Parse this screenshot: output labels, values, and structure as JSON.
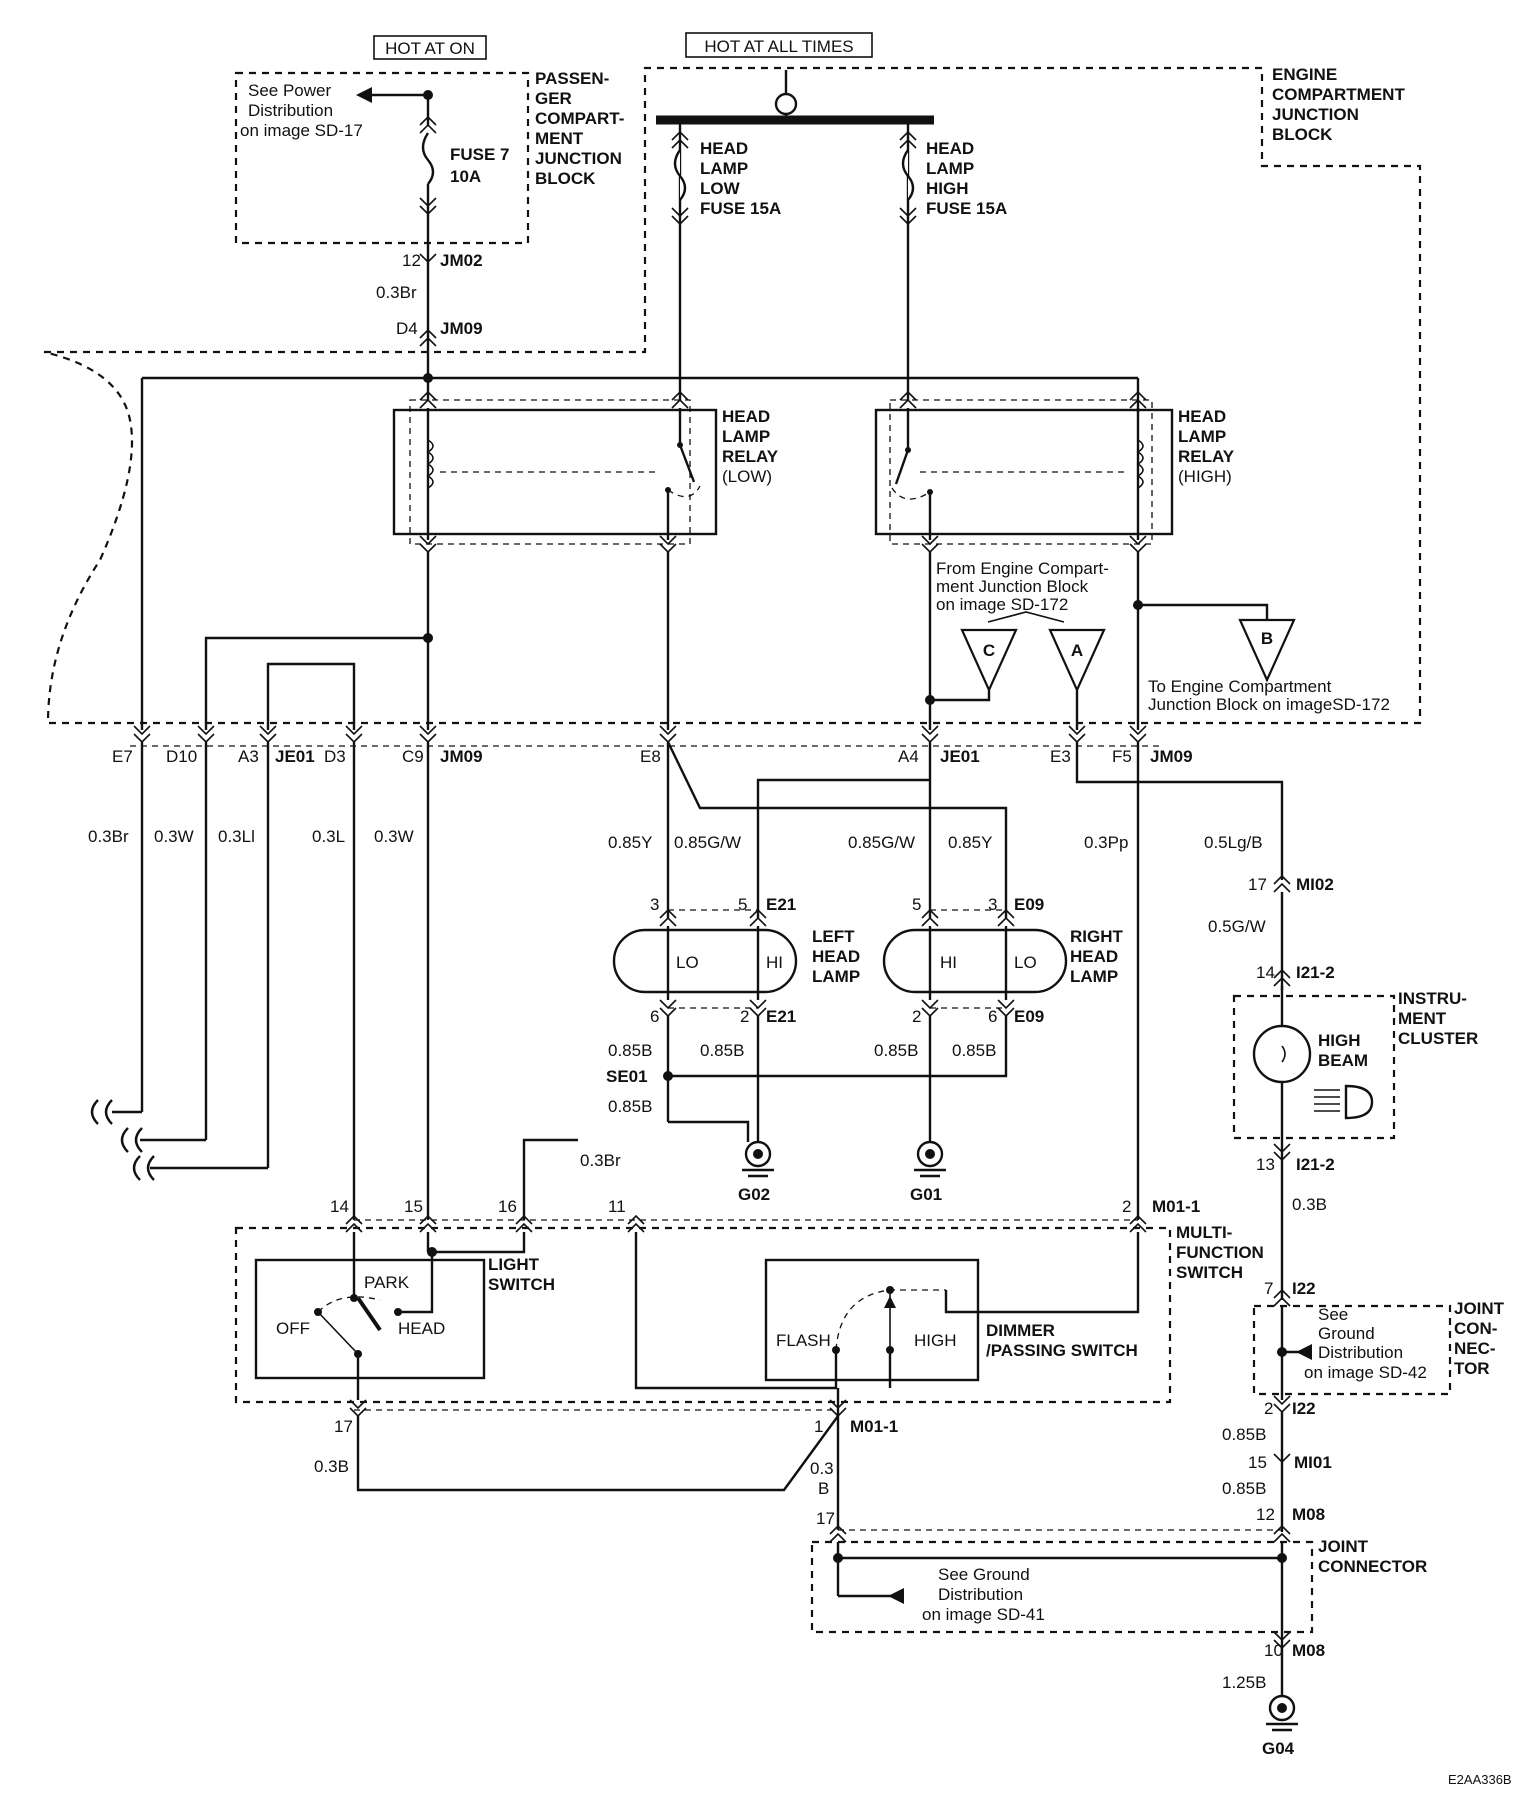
{
  "supply": {
    "hot_at_on": "HOT AT ON",
    "hot_at_all_times": "HOT AT ALL TIMES",
    "see_power_dist": [
      "See Power",
      "Distribution",
      "on image SD-17"
    ],
    "passenger_block": [
      "PASSEN-",
      "GER",
      "COMPART-",
      "MENT",
      "JUNCTION",
      "BLOCK"
    ],
    "fuse7": [
      "FUSE 7",
      "10A"
    ],
    "engine_block": [
      "ENGINE",
      "COMPARTMENT",
      "JUNCTION",
      "BLOCK"
    ],
    "fuse_low": [
      "HEAD",
      "LAMP",
      "LOW",
      "FUSE 15A"
    ],
    "fuse_high": [
      "HEAD",
      "LAMP",
      "HIGH",
      "FUSE 15A"
    ]
  },
  "connectors": {
    "jm02_pin": "12",
    "jm02": "JM02",
    "wire_0_3br": "0.3Br",
    "jm09_pin": "D4",
    "jm09": "JM09",
    "e7": "E7",
    "d10": "D10",
    "a3": "A3",
    "je01": "JE01",
    "d3": "D3",
    "c9": "C9",
    "jm09_b": "JM09",
    "e8": "E8",
    "a4": "A4",
    "je01_b": "JE01",
    "e3": "E3",
    "f5": "F5",
    "jm09_c": "JM09"
  },
  "relays": {
    "low": [
      "HEAD",
      "LAMP",
      "RELAY",
      "(LOW)"
    ],
    "high": [
      "HEAD",
      "LAMP",
      "RELAY",
      "(HIGH)"
    ],
    "from_engine": [
      "From Engine Compart-",
      "ment Junction Block",
      "on image SD-172"
    ],
    "to_engine": [
      "To Engine Compartment",
      "Junction Block on imageSD-172"
    ],
    "tri_c": "C",
    "tri_a": "A",
    "tri_b": "B"
  },
  "wires": {
    "w1": "0.3Br",
    "w2": "0.3W",
    "w3": "0.3Ll",
    "w4": "0.3L",
    "w5": "0.3W",
    "w6": "0.85Y",
    "w7": "0.85G/W",
    "w8": "0.85G/W",
    "w9": "0.85Y",
    "w10": "0.3Pp",
    "w11": "0.5Lg/B"
  },
  "lamps": {
    "left_pins": [
      "3",
      "5",
      "E21",
      "6",
      "2",
      "E21"
    ],
    "right_pins": [
      "5",
      "3",
      "E09",
      "2",
      "6",
      "E09"
    ],
    "lo": "LO",
    "hi": "HI",
    "left_label": [
      "LEFT",
      "HEAD",
      "LAMP"
    ],
    "right_label": [
      "RIGHT",
      "HEAD",
      "LAMP"
    ],
    "g_wires": [
      "0.85B",
      "0.85B",
      "0.85B",
      "0.85B",
      "0.85B"
    ],
    "se01": "SE01",
    "g02": "G02",
    "g01": "G01"
  },
  "cluster": {
    "mi02_pin": "17",
    "mi02": "MI02",
    "w_05gw": "0.5G/W",
    "i21_top_pin": "14",
    "i21_top": "I21-2",
    "label": [
      "INSTRU-",
      "MENT",
      "CLUSTER"
    ],
    "high_beam": [
      "HIGH",
      "BEAM"
    ],
    "i21_bot_pin": "13",
    "i21_bot": "I21-2",
    "w_03b": "0.3B"
  },
  "switch": {
    "pins": [
      "14",
      "15",
      "16",
      "11",
      "2",
      "M01-1"
    ],
    "w_03br": "0.3Br",
    "label": [
      "MULTI-",
      "FUNCTION",
      "SWITCH"
    ],
    "light_switch": [
      "LIGHT",
      "SWITCH"
    ],
    "park": "PARK",
    "off": "OFF",
    "head": "HEAD",
    "flash": "FLASH",
    "high": "HIGH",
    "dimmer": [
      "DIMMER",
      "/PASSING SWITCH"
    ],
    "bottom_pins": [
      "17",
      "1",
      "M01-1"
    ],
    "w_03b": "0.3B",
    "w_03b_2": [
      "0.3",
      "B"
    ]
  },
  "ground": {
    "i22_top_pin": "7",
    "i22_top": "I22",
    "joint_top": [
      "JOINT",
      "CON-",
      "NEC-",
      "TOR"
    ],
    "see_42": [
      "See",
      "Ground",
      "Distribution",
      "on image SD-42"
    ],
    "i22_bot_pin": "2",
    "i22_bot": "I22",
    "w1": "0.85B",
    "mi01_pin": "15",
    "mi01": "MI01",
    "w2": "0.85B",
    "m08_pin_l": "17",
    "m08_pin_r": "12",
    "m08": "M08",
    "joint_bottom": [
      "JOINT",
      "CONNECTOR"
    ],
    "see_41": [
      "See Ground",
      "Distribution",
      "on image SD-41"
    ],
    "m08_bot_pin": "10",
    "m08_bot": "M08",
    "w3": "1.25B",
    "g04": "G04"
  },
  "footer": "E2AA336B"
}
